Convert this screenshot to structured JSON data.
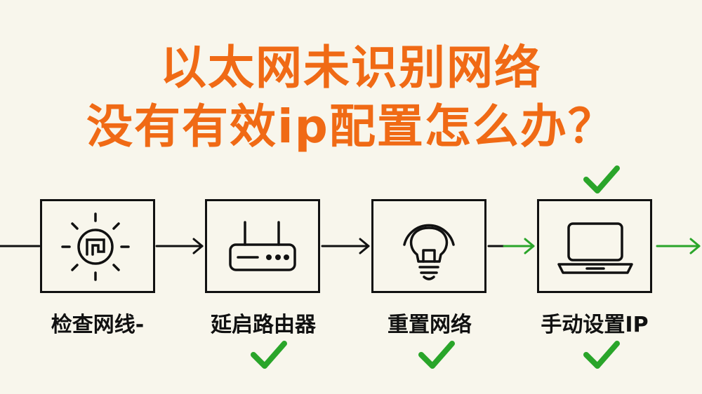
{
  "title": {
    "line1": "以太网未识别网络",
    "line2": "没有有效ip配置怎么办？"
  },
  "colors": {
    "title": "#f06a15",
    "check": "#2aa52a",
    "stroke": "#111111",
    "background": "#f8f6ec"
  },
  "steps": [
    {
      "label": "检查网线-",
      "icon": "sun-cable-icon",
      "checked": false
    },
    {
      "label": "延启路由器",
      "icon": "router-icon",
      "checked": true
    },
    {
      "label": "重置网络",
      "icon": "lightbulb-icon",
      "checked": true
    },
    {
      "label": "手动设置IP",
      "icon": "laptop-icon",
      "checked": true
    }
  ]
}
